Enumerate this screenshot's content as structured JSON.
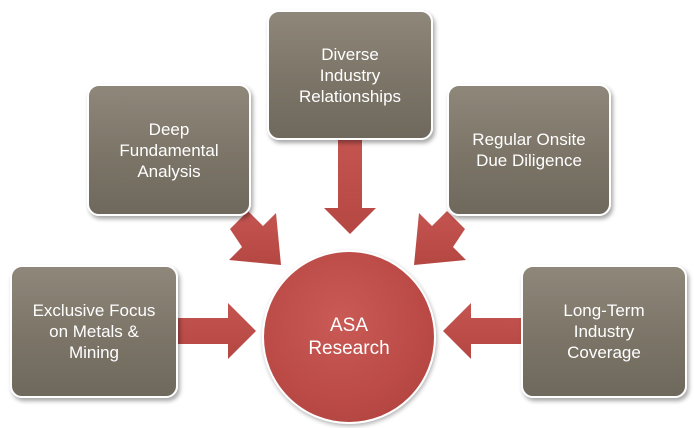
{
  "center": {
    "label": "ASA\nResearch",
    "color": "#bb4a46"
  },
  "inputs": {
    "relationships": "Diverse\nIndustry\nRelationships",
    "analysis": "Deep\nFundamental\nAnalysis",
    "diligence": "Regular Onsite\nDue Diligence",
    "metals": "Exclusive Focus\non Metals &\nMining",
    "coverage": "Long-Term\nIndustry\nCoverage"
  },
  "colors": {
    "box": "#7b7467",
    "arrow": "#c0504d"
  }
}
